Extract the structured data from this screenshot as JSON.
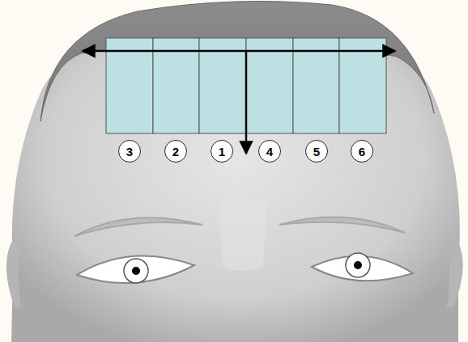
{
  "diagram": {
    "nodes": [
      {
        "text": [
          "3"
        ]
      },
      {
        "text": [
          "2"
        ]
      },
      {
        "text": [
          "1"
        ]
      },
      {
        "text": [
          "4"
        ]
      },
      {
        "text": [
          "5"
        ]
      },
      {
        "text": [
          "6"
        ]
      }
    ]
  }
}
